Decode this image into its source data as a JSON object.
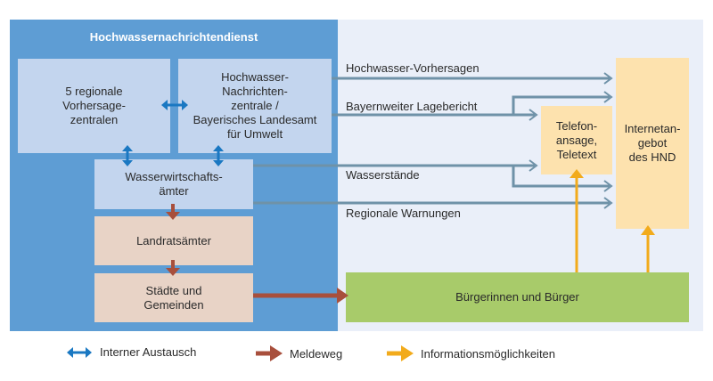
{
  "colors": {
    "blue_panel": "#5e9dd4",
    "light_panel": "#eaeff9",
    "box_lightblue": "#c3d5ee",
    "box_beige": "#e8d3c6",
    "box_orange": "#fde2ae",
    "box_green": "#a8cb6a",
    "arrow_internal": "#1a78c2",
    "arrow_report": "#a84f3c",
    "arrow_info": "#f2ab1c",
    "flow_line": "#6f92a8"
  },
  "panel_title": "Hochwassernachrichtendienst",
  "boxes": {
    "regional": "5 regionale\nVorhersage-\nzentralen",
    "central": "Hochwasser-\nNachrichten-\nzentrale /\nBayerisches Landesamt\nfür Umwelt",
    "wwa": "Wasserwirtschafts-\nämter",
    "landrat": "Landratsämter",
    "staedte": "Städte und\nGemeinden",
    "telefon": "Telefon-\nansage,\nTeletext",
    "internet": "Internetan-\ngebot\ndes HND",
    "buerger": "Bürgerinnen und Bürger"
  },
  "flows": [
    "Hochwasser-Vorhersagen",
    "Bayernweiter Lagebericht",
    "Wasserstände",
    "Regionale Warnungen"
  ],
  "legend": [
    {
      "label": "Interner Austausch",
      "icon": "double-arrow-icon"
    },
    {
      "label": "Meldeweg",
      "icon": "arrow-right-icon"
    },
    {
      "label": "Informationsmöglichkeiten",
      "icon": "arrow-right-icon"
    }
  ]
}
